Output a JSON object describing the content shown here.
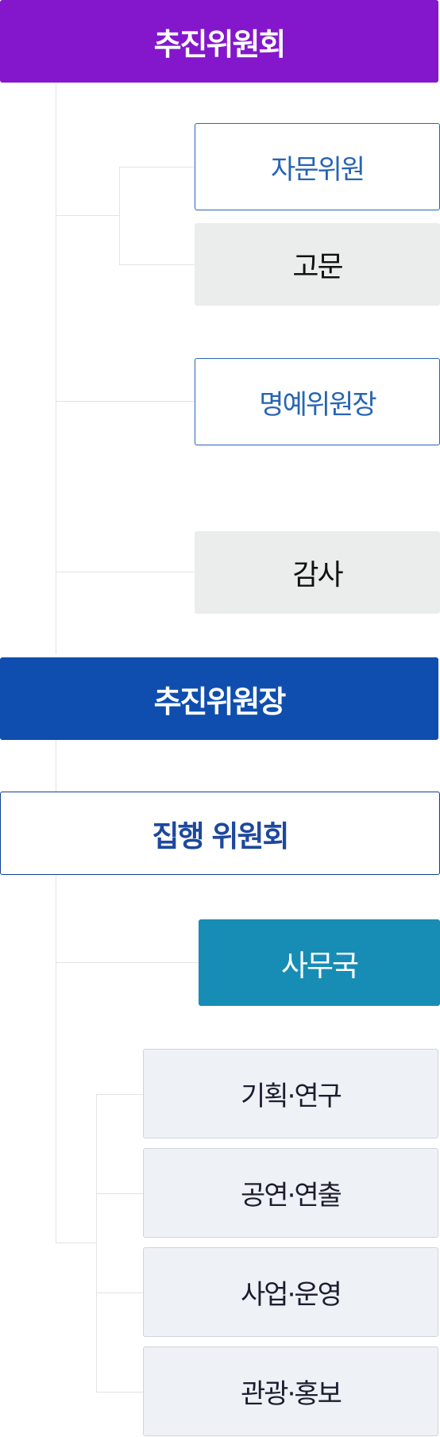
{
  "org_chart": {
    "committee": "추진위원회",
    "advisors": {
      "advisory_member": "자문위원",
      "consultant": "고문"
    },
    "honorary_chair": "명예위원장",
    "auditor": "감사",
    "chairman": "추진위원장",
    "executive_committee": "집행 위원회",
    "secretariat": "사무국",
    "divisions": [
      "기획·연구",
      "공연·연출",
      "사업·운영",
      "관광·홍보"
    ]
  },
  "colors": {
    "committee": "#8417cb",
    "chairman": "#0f4eae",
    "secretariat": "#178db6",
    "outline_blue": "#2764b4",
    "gray_box": "#ebeded",
    "division_box": "#eef2f6",
    "connector": "#e3e3e3"
  }
}
